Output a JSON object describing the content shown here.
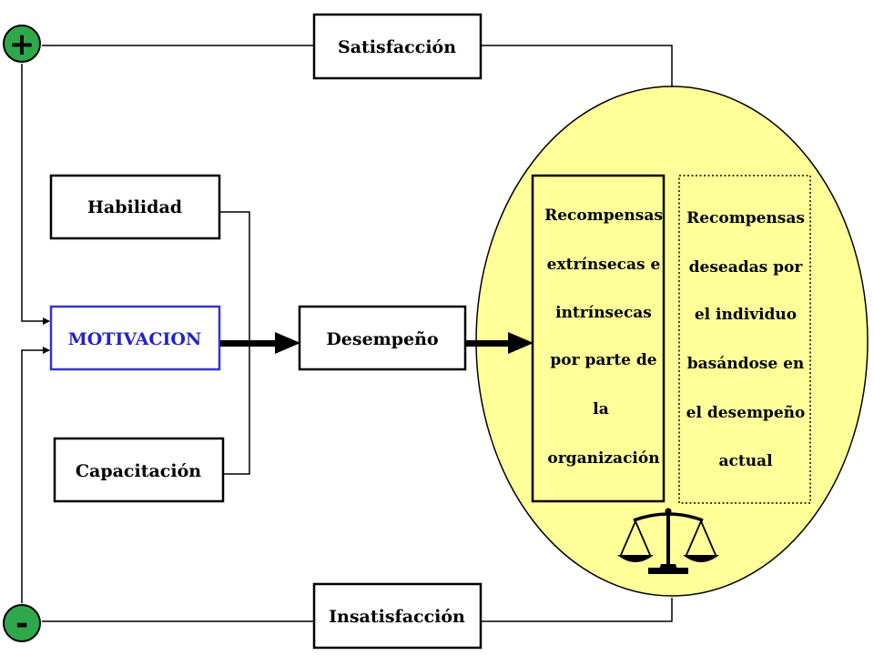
{
  "boxes": {
    "satisfaccion": "Satisfacción",
    "habilidad": "Habilidad",
    "motivacion": "MOTIVACION",
    "capacitacion": "Capacitación",
    "desempeno": "Desempeño",
    "insatisfaccion": "Insatisfacción"
  },
  "signs": {
    "plus": "+",
    "minus": "-"
  },
  "left_column": [
    "Recompensas",
    "extrínsecas e",
    "intrínsecas",
    "por parte de",
    "la",
    "organización"
  ],
  "right_column": [
    "Recompensas",
    "deseadas por",
    "el individuo",
    "basándose en",
    "el desempeño",
    "actual"
  ],
  "colors": {
    "ellipse_fill": "#FFFF99",
    "motivacion_text": "#2222CC",
    "motivacion_border": "#3333CC",
    "sign_fill": "#2EA84A",
    "line": "#000000"
  },
  "icons": {
    "balance": "balance-scale-icon"
  }
}
